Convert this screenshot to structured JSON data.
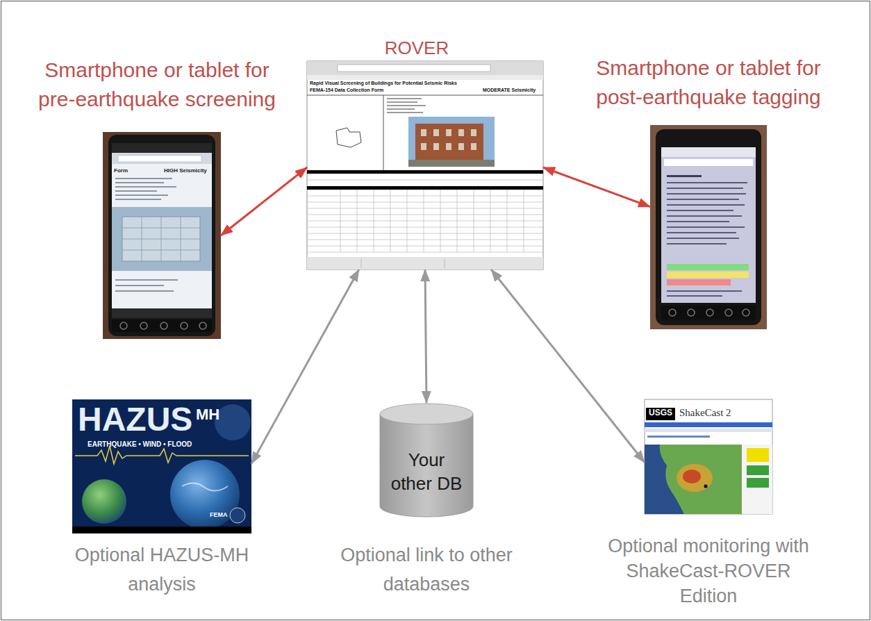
{
  "diagram": {
    "nodes": [
      {
        "text": [
          "ROVER"
        ]
      },
      {
        "text": [
          "Smartphone or tablet for pre-earthquake screening"
        ]
      },
      {
        "text": [
          "Smartphone or tablet for post-earthquake tagging"
        ]
      },
      {
        "text": [
          "Optional HAZUS-MH analysis"
        ]
      },
      {
        "text": [
          "Your other DB",
          "Optional link to other databases"
        ]
      },
      {
        "text": [
          "Optional monitoring with ShakeCast-ROVER Edition"
        ]
      }
    ],
    "edges": [
      {
        "from": 0,
        "to": 1,
        "arrow": "both"
      },
      {
        "from": 0,
        "to": 2,
        "arrow": "both"
      },
      {
        "from": 0,
        "to": 3,
        "arrow": "both"
      },
      {
        "from": 0,
        "to": 4,
        "arrow": "both"
      },
      {
        "from": 0,
        "to": 5,
        "arrow": "both"
      }
    ],
    "labels": [
      "Rapid Visual Screening of Buildings for Potential Seismic Risks",
      "FEMA-154 Data Collection Form",
      "MODERATE Seismicity",
      "Form",
      "HIGH Seismicity",
      "HAZUS",
      "MH",
      "EARTHQUAKE • WIND • FLOOD",
      "FEMA",
      "USGS",
      "ShakeCast 2"
    ]
  }
}
